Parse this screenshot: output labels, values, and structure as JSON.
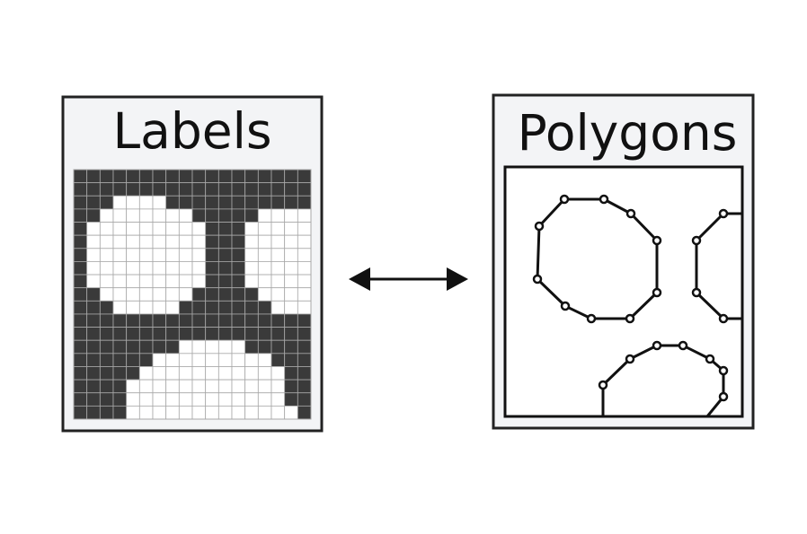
{
  "panels": {
    "left_title": "Labels",
    "right_title": "Polygons"
  },
  "arrow": {
    "kind": "bidirectional"
  },
  "label_grid": {
    "cols": 18,
    "rows": 19,
    "dark_color": "#3a3a3a",
    "light_color": "#ffffff",
    "line_color": "#a8a8a8",
    "rows_data": [
      "000000000000000000",
      "000000000000000000",
      "000111100000000000",
      "001111111000001111",
      "011111111100011111",
      "011111111100011111",
      "011111111100011111",
      "011111111100011111",
      "011111111100011111",
      "001111111000001111",
      "000111110000000111",
      "000000000000000000",
      "000000000000000000",
      "000000001111100000",
      "000000111111111000",
      "000001111111111100",
      "000011111111111100",
      "000011111111111100",
      "000011111111111110"
    ]
  }
}
